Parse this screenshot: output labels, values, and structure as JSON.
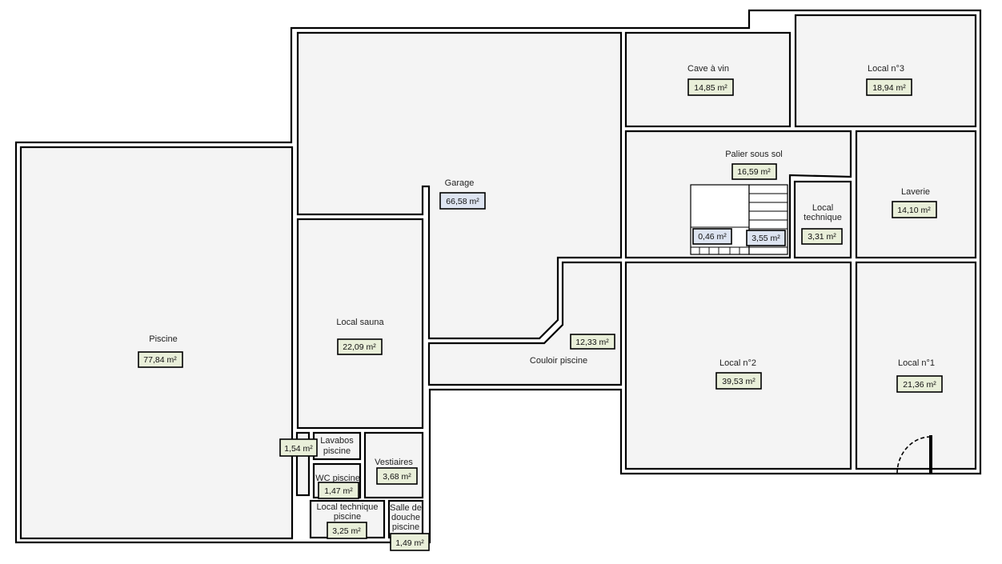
{
  "rooms": [
    {
      "id": "piscine",
      "name": "Piscine",
      "area": "77,84 m²"
    },
    {
      "id": "garage",
      "name": "Garage",
      "area": "66,58 m²"
    },
    {
      "id": "local-sauna",
      "name": "Local sauna",
      "area": "22,09 m²"
    },
    {
      "id": "couloir-piscine",
      "name": "Couloir piscine",
      "area": "12,33 m²"
    },
    {
      "id": "cave-a-vin",
      "name": "Cave à vin",
      "area": "14,85 m²"
    },
    {
      "id": "local-3",
      "name": "Local n°3",
      "area": "18,94 m²"
    },
    {
      "id": "palier-sous-sol",
      "name": "Palier sous sol",
      "area": "16,59 m²"
    },
    {
      "id": "local-technique",
      "name_lines": [
        "Local",
        "technique"
      ],
      "area": "3,31 m²"
    },
    {
      "id": "laverie",
      "name": "Laverie",
      "area": "14,10 m²"
    },
    {
      "id": "local-2",
      "name": "Local n°2",
      "area": "39,53 m²"
    },
    {
      "id": "local-1",
      "name": "Local n°1",
      "area": "21,36 m²"
    },
    {
      "id": "lavabos-piscine",
      "name_lines": [
        "Lavabos",
        "piscine"
      ],
      "area": "1,54 m²"
    },
    {
      "id": "wc-piscine",
      "name": "WC piscine",
      "area": "1,47 m²"
    },
    {
      "id": "vestiaires",
      "name": "Vestiaires",
      "area": "3,68 m²"
    },
    {
      "id": "local-technique-piscine",
      "name_lines": [
        "Local technique",
        "piscine"
      ],
      "area": "3,25 m²"
    },
    {
      "id": "salle-de-douche-piscine",
      "name_lines": [
        "Salle de",
        "douche",
        "piscine"
      ],
      "area": "1,49 m²"
    }
  ],
  "stairs": [
    {
      "id": "stair-left",
      "area": "0,46 m²"
    },
    {
      "id": "stair-right",
      "area": "3,55 m²"
    }
  ],
  "colors": {
    "green_label": "#e9efd9",
    "blue_label": "#dde4f1",
    "room_fill": "#f4f4f4"
  }
}
